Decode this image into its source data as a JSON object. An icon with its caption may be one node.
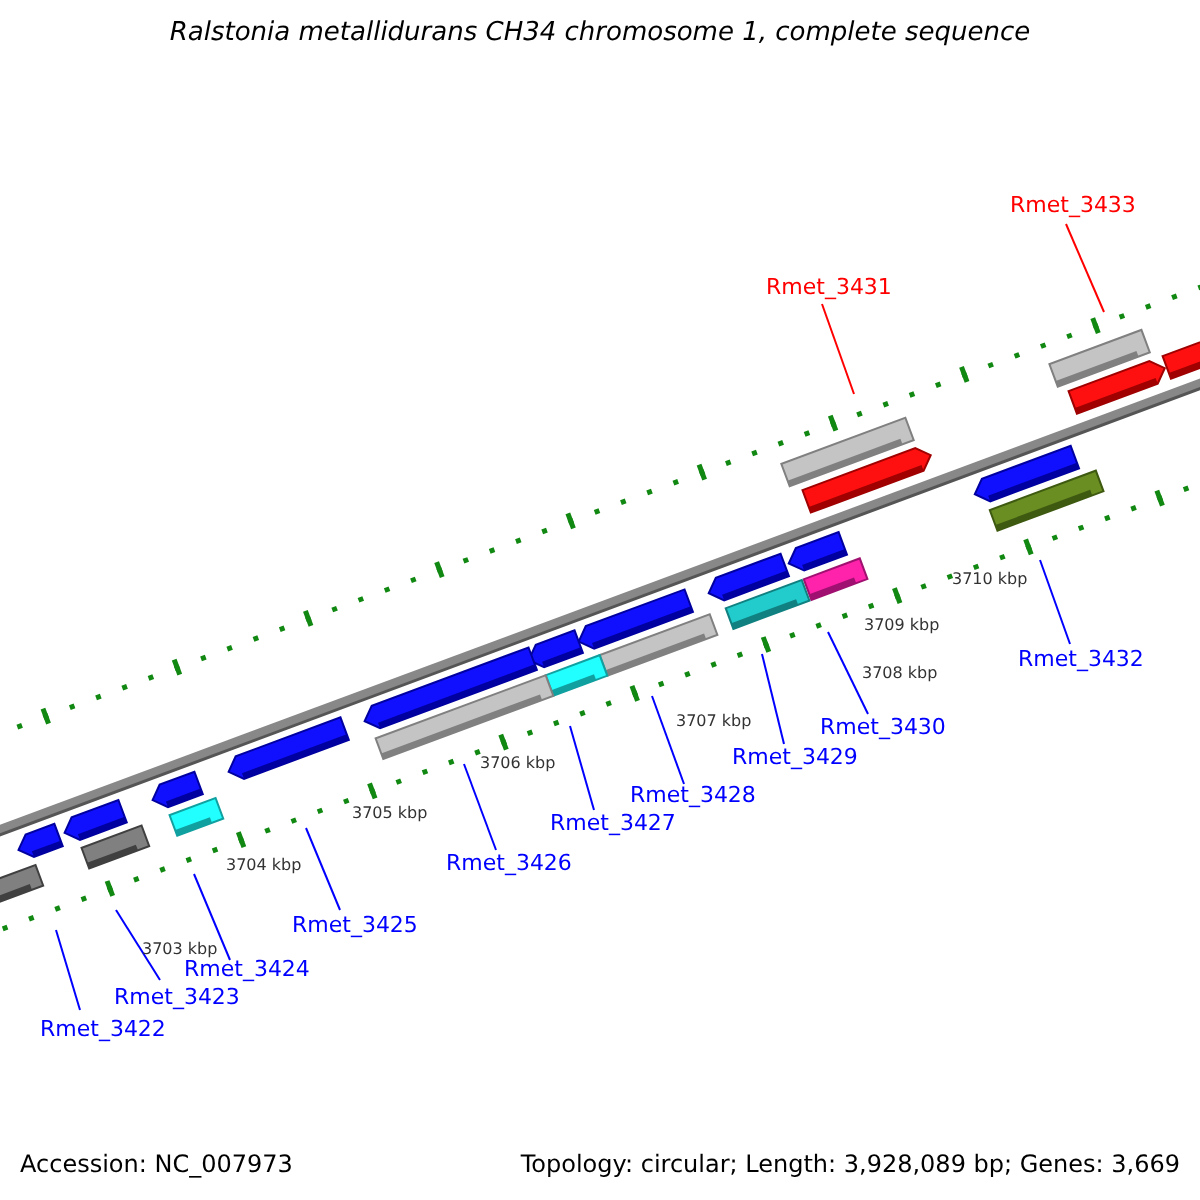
{
  "diagram": {
    "title": "Ralstonia metallidurans CH34 chromosome 1, complete sequence",
    "nodes": [
      {
        "text": [
          "Rmet_3433"
        ]
      },
      {
        "text": [
          "Rmet_3431"
        ]
      },
      {
        "text": [
          "Rmet_3432"
        ]
      },
      {
        "text": [
          "Rmet_3430"
        ]
      },
      {
        "text": [
          "Rmet_3429"
        ]
      },
      {
        "text": [
          "Rmet_3428"
        ]
      },
      {
        "text": [
          "Rmet_3427"
        ]
      },
      {
        "text": [
          "Rmet_3426"
        ]
      },
      {
        "text": [
          "Rmet_3425"
        ]
      },
      {
        "text": [
          "Rmet_3424"
        ]
      },
      {
        "text": [
          "Rmet_3423"
        ]
      },
      {
        "text": [
          "Rmet_3422"
        ]
      }
    ],
    "edges": [
      {
        "from": 0,
        "to": null,
        "arrow": "none",
        "color": "#ff0000"
      },
      {
        "from": 1,
        "to": null,
        "arrow": "none",
        "color": "#ff0000"
      },
      {
        "from": 2,
        "to": null,
        "arrow": "none"
      },
      {
        "from": 3,
        "to": null,
        "arrow": "none"
      },
      {
        "from": 4,
        "to": null,
        "arrow": "none"
      },
      {
        "from": 5,
        "to": null,
        "arrow": "none"
      },
      {
        "from": 6,
        "to": null,
        "arrow": "none"
      },
      {
        "from": 7,
        "to": null,
        "arrow": "none"
      },
      {
        "from": 8,
        "to": null,
        "arrow": "none"
      },
      {
        "from": 9,
        "to": null,
        "arrow": "none"
      },
      {
        "from": 10,
        "to": null,
        "arrow": "none"
      },
      {
        "from": 11,
        "to": null,
        "arrow": "none"
      }
    ],
    "labels": [
      "3710 kbp",
      "3709 kbp",
      "3708 kbp",
      "3707 kbp",
      "3706 kbp",
      "3705 kbp",
      "3704 kbp",
      "3703 kbp",
      "Accession: NC_007973",
      "Topology: circular; Length: 3,928,089 bp; Genes: 3,669"
    ]
  }
}
